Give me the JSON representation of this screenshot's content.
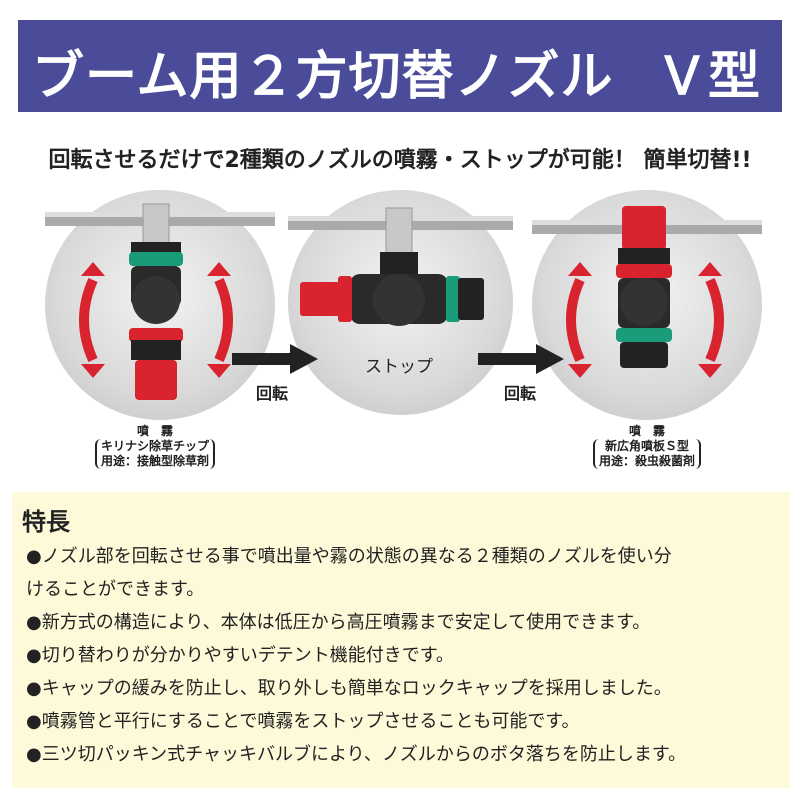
{
  "banner": {
    "title": "ブーム用２方切替ノズル",
    "suffix": "Ｖ型"
  },
  "headline": "回転させるだけで2種類のノズルの噴霧・ストップが可能！ 簡単切替!!",
  "diagram": {
    "left_caption": {
      "line1": "噴　霧",
      "line2": "キリナシ除草チップ",
      "line3": "用途：接触型除草剤"
    },
    "center_label": "ストップ",
    "rotate_label_1": "回転",
    "rotate_label_2": "回転",
    "right_caption": {
      "line1": "噴　霧",
      "line2": "新広角噴板Ｓ型",
      "line3": "用途：殺虫殺菌剤"
    },
    "colors": {
      "red": "#d9232e",
      "green": "#1a9c7a",
      "black": "#222222",
      "arrow": "#222222"
    }
  },
  "features": {
    "title": "特長",
    "items": [
      "●ノズル部を回転させる事で噴出量や霧の状態の異なる２種類のノズルを使い分",
      "けることができます。",
      "●新方式の構造により、本体は低圧から高圧噴霧まで安定して使用できます。",
      "●切り替わりが分かりやすいデテント機能付きです。",
      "●キャップの緩みを防止し、取り外しも簡単なロックキャップを採用しました。",
      "●噴霧管と平行にすることで噴霧をストップさせることも可能です。",
      "●三ツ切パッキン式チャッキバルブにより、ノズルからのボタ落ちを防止します。"
    ]
  }
}
